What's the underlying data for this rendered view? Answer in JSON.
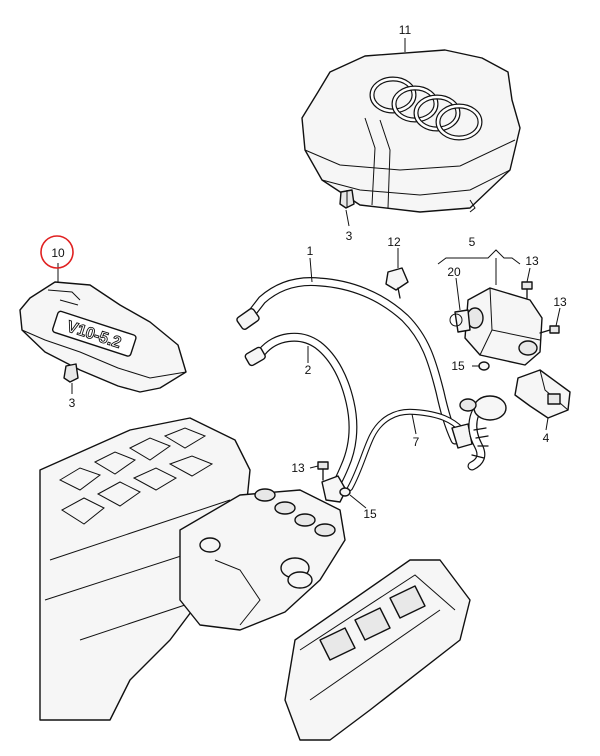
{
  "diagram": {
    "callouts": {
      "c1": "1",
      "c2": "2",
      "c3a": "3",
      "c3b": "3",
      "c4": "4",
      "c5": "5",
      "c7": "7",
      "c10": "10",
      "c11": "11",
      "c12": "12",
      "c13a": "13",
      "c13b": "13",
      "c13c": "13",
      "c15a": "15",
      "c15b": "15",
      "c20": "20"
    },
    "highlighted_callout": "10",
    "highlight_color": "#e02020",
    "cover_badge_text": "V10-5.2"
  }
}
